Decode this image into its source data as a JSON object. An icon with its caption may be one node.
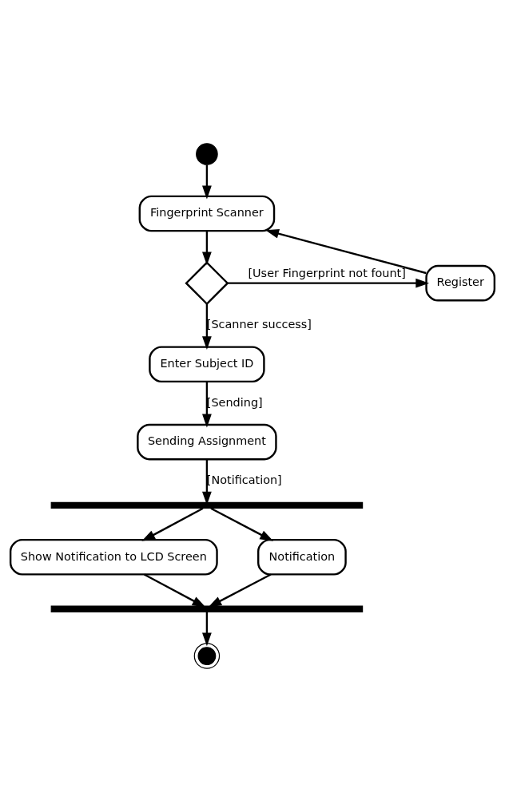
{
  "diagram": {
    "nodes": [
      {
        "text": [],
        "shape": "circle"
      },
      {
        "text": [
          "Fingerprint Scanner"
        ]
      },
      {
        "text": [],
        "shape": "diamond"
      },
      {
        "text": [
          "Register"
        ]
      },
      {
        "text": [
          "Enter Subject ID"
        ]
      },
      {
        "text": [
          "Sending Assignment"
        ]
      },
      {
        "text": [],
        "shape": "bar"
      },
      {
        "text": [
          "Show Notification to LCD Screen"
        ]
      },
      {
        "text": [
          "Notification"
        ]
      },
      {
        "text": [],
        "shape": "bar"
      },
      {
        "text": [],
        "shape": "circle"
      }
    ],
    "edges": [
      {
        "from": 0,
        "to": 1,
        "arrow": "to"
      },
      {
        "from": 1,
        "to": 2,
        "arrow": "to"
      },
      {
        "from": 2,
        "to": 3,
        "arrow": "to",
        "label": "[User Fingerprint not fount]"
      },
      {
        "from": 3,
        "to": 1,
        "arrow": "to"
      },
      {
        "from": 2,
        "to": 4,
        "arrow": "to",
        "label": "[Scanner success]"
      },
      {
        "from": 4,
        "to": 5,
        "arrow": "to",
        "label": "[Sending]"
      },
      {
        "from": 5,
        "to": 6,
        "arrow": "to",
        "label": "[Notification]"
      },
      {
        "from": 6,
        "to": 7,
        "arrow": "to"
      },
      {
        "from": 6,
        "to": 8,
        "arrow": "to"
      },
      {
        "from": 7,
        "to": 9,
        "arrow": "to"
      },
      {
        "from": 8,
        "to": 9,
        "arrow": "to"
      },
      {
        "from": 9,
        "to": 10,
        "arrow": "to"
      }
    ]
  }
}
